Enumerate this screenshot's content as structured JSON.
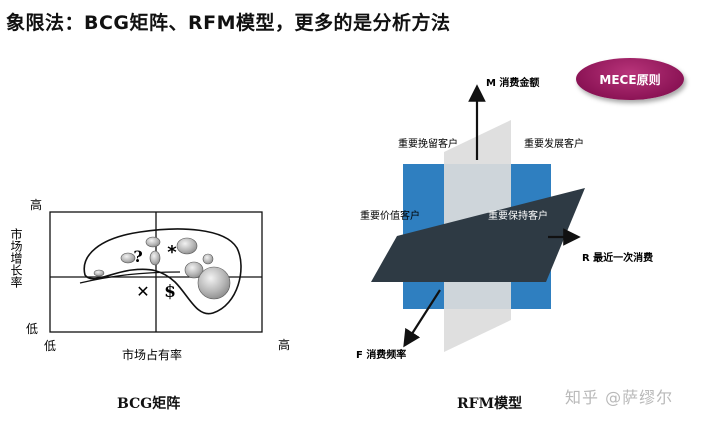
{
  "title": "象限法：BCG矩阵、RFM模型，更多的是分析方法",
  "bcg": {
    "y_axis_label": "市场增长率",
    "y_high": "高",
    "y_low": "低",
    "x_low": "低",
    "x_high": "高",
    "x_axis_label": "市场占有率",
    "symbols": {
      "question": "?",
      "star": "*",
      "cross": "✕",
      "dollar": "$"
    },
    "caption": "BCG矩阵"
  },
  "rfm": {
    "m_axis": "M 消费金额",
    "r_axis": "R  最近一次消费",
    "f_axis": "F 消费频率",
    "q_top_left": "重要挽留客户",
    "q_top_right": "重要发展客户",
    "q_mid_left": "重要价值客户",
    "q_mid_right": "重要保持客户",
    "caption": "RFM模型"
  },
  "badge": "MECE原则",
  "watermark": "知乎 @萨缪尔"
}
